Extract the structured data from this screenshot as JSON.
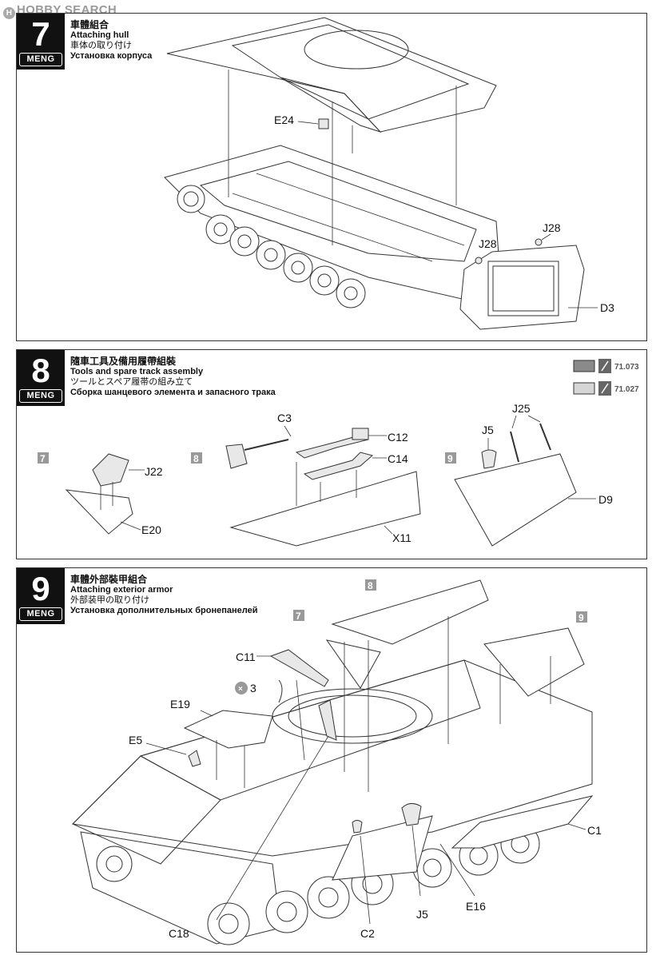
{
  "watermark": "HOBBY SEARCH",
  "steps": [
    {
      "number": "7",
      "brand": "MENG",
      "title_zh": "車體組合",
      "title_en": "Attaching hull",
      "title_ja": "車体の取り付け",
      "title_ru": "Установка корпуса",
      "parts": [
        "E24",
        "J28",
        "J28",
        "D3"
      ]
    },
    {
      "number": "8",
      "brand": "MENG",
      "title_zh": "隨車工具及備用履帶組裝",
      "title_en": "Tools and spare track assembly",
      "title_ja": "ツールとスペア履帯の組み立て",
      "title_ru": "Сборка шанцевого элемента и запасного трака",
      "paints": [
        {
          "code": "71.073",
          "color": "#8a8a8a"
        },
        {
          "code": "71.027",
          "color": "#d6d6d6"
        }
      ],
      "sub_steps": [
        "7",
        "8",
        "9"
      ],
      "parts": [
        "J22",
        "E20",
        "C3",
        "C12",
        "C14",
        "X11",
        "J5",
        "J25",
        "D9"
      ]
    },
    {
      "number": "9",
      "brand": "MENG",
      "title_zh": "車體外部裝甲組合",
      "title_en": "Attaching exterior armor",
      "title_ja": "外部装甲の取り付け",
      "title_ru": "Установка дополнительных бронепанелей",
      "sub_refs": [
        "8",
        "7",
        "9"
      ],
      "qty_mark": "3",
      "parts": [
        "C11",
        "E19",
        "E5",
        "C1",
        "J5",
        "E16",
        "C2",
        "C18"
      ]
    }
  ]
}
